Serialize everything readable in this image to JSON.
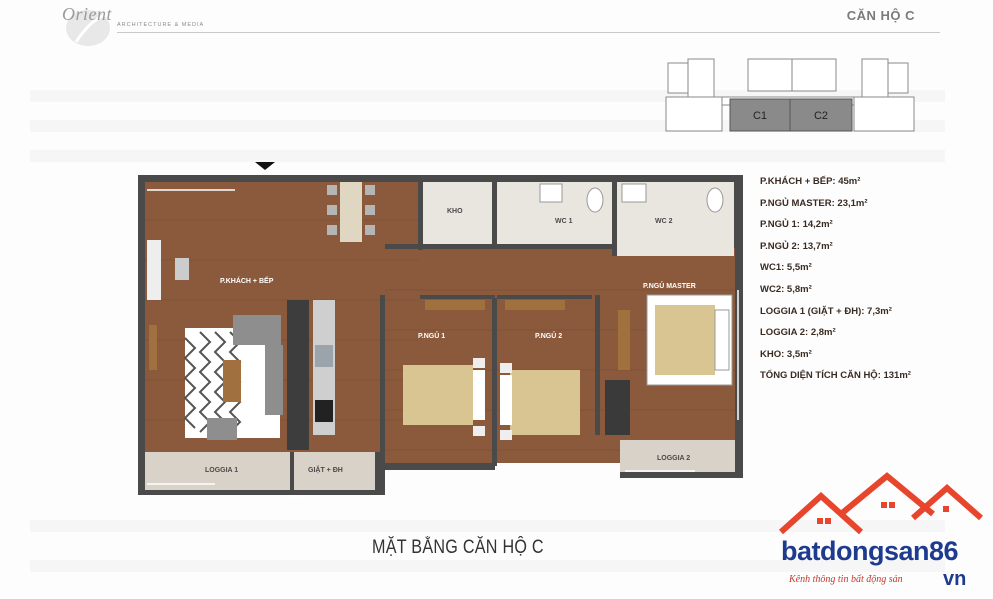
{
  "header": {
    "logo_text": "Orient",
    "logo_subtitle": "ARCHITECTURE & MEDIA",
    "title": "CĂN HỘ C"
  },
  "key_plan": {
    "units": [
      "C1",
      "C2"
    ],
    "highlight_color": "#8a8a8a"
  },
  "plan": {
    "rooms": {
      "living": "P.KHÁCH + BẾP",
      "storage": "KHO",
      "wc1": "WC 1",
      "wc2": "WC 2",
      "bed1": "P.NGỦ 1",
      "bed2": "P.NGỦ 2",
      "master": "P.NGỦ MASTER",
      "loggia1": "LOGGIA 1",
      "laundry": "GIẶT + ĐH",
      "loggia2": "LOGGIA 2"
    },
    "colors": {
      "floor": "#8b5a3c",
      "wall": "#4a4a4a",
      "tile": "#e9e5df",
      "loggia": "#d8d2c8"
    }
  },
  "legend": [
    "P.KHÁCH + BẾP: 45m²",
    "P.NGỦ MASTER: 23,1m²",
    "P.NGỦ 1: 14,2m²",
    "P.NGỦ 2: 13,7m²",
    "WC1: 5,5m²",
    "WC2: 5,8m²",
    "LOGGIA 1 (GIẶT + ĐH): 7,3m²",
    "LOGGIA 2: 2,8m²",
    "KHO: 3,5m²",
    "TỔNG DIỆN TÍCH CĂN HỘ: 131m²"
  ],
  "footer": {
    "title": "MẶT BẰNG CĂN HỘ C"
  },
  "brand": {
    "name": "batdongsan86",
    "tagline": "Kênh thông tin bất động sản",
    "suffix": "vn",
    "roof_color": "#e8462c",
    "text_color": "#1f3b8f"
  }
}
